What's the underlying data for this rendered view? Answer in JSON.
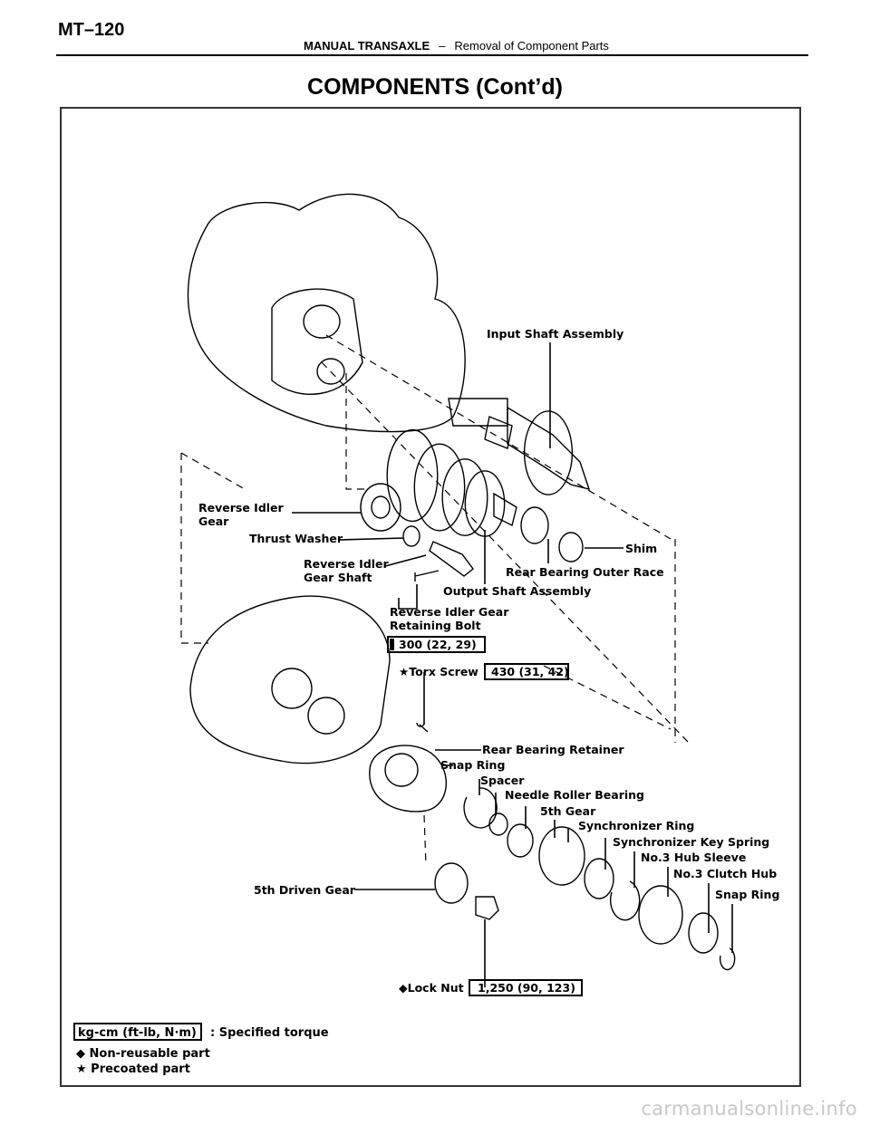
{
  "header": {
    "page_number": "MT–120",
    "section": "MANUAL TRANSAXLE",
    "separator": "–",
    "subsection": "Removal of Component Parts"
  },
  "title": "COMPONENTS (Cont’d)",
  "labels": {
    "input_shaft": "Input Shaft Assembly",
    "reverse_idler_gear_1": "Reverse Idler",
    "reverse_idler_gear_2": "Gear",
    "thrust_washer": "Thrust Washer",
    "reverse_idler_shaft_1": "Reverse Idler",
    "reverse_idler_shaft_2": "Gear Shaft",
    "shim": "Shim",
    "rear_bearing_outer_race": "Rear Bearing Outer Race",
    "output_shaft": "Output Shaft Assembly",
    "retaining_bolt_1": "Reverse Idler Gear",
    "retaining_bolt_2": "Retaining Bolt",
    "torque_retaining_bolt": "300 (22, 29)",
    "torx_screw": "★Torx Screw",
    "torque_torx": "430 (31, 42)",
    "rear_bearing_retainer": "Rear Bearing Retainer",
    "snap_ring_1": "Snap Ring",
    "spacer": "Spacer",
    "needle_roller_bearing": "Needle Roller Bearing",
    "fifth_gear": "5th Gear",
    "synchronizer_ring": "Synchronizer Ring",
    "synchronizer_key_spring": "Synchronizer Key Spring",
    "hub_sleeve": "No.3 Hub Sleeve",
    "clutch_hub": "No.3 Clutch Hub",
    "snap_ring_2": "Snap Ring",
    "fifth_driven_gear": "5th Driven Gear",
    "lock_nut": "◆Lock Nut",
    "torque_lock_nut": "1,250 (90, 123)"
  },
  "legend": {
    "torque_unit": "kg-cm (ft-lb, N·m)",
    "torque_desc": ": Specified torque",
    "non_reusable": "◆ Non-reusable part",
    "precoated": "★ Precoated part"
  },
  "watermark": "carmanualsonline.info"
}
